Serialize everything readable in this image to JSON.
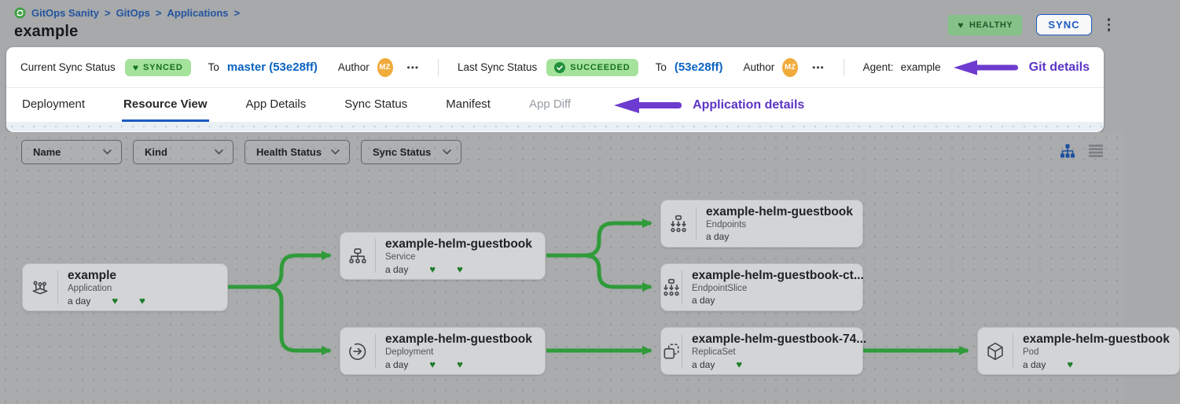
{
  "header": {
    "breadcrumb": {
      "separator": ">",
      "items": [
        "GitOps Sanity",
        "GitOps",
        "Applications"
      ]
    },
    "title": "example",
    "health_badge": "HEALTHY",
    "sync_button": "SYNC"
  },
  "sync_bar": {
    "current_label": "Current Sync Status",
    "current_status": "SYNCED",
    "current_to_label": "To",
    "current_to_value": "master (53e28ff)",
    "author_label": "Author",
    "author_initials": "MZ",
    "more": "•••",
    "last_label": "Last Sync Status",
    "last_status": "SUCCEEDED",
    "last_to_label": "To",
    "last_to_value": "(53e28ff)",
    "agent_label": "Agent:",
    "agent_value": "example",
    "annotation": "Git details"
  },
  "tabs": {
    "items": [
      "Deployment",
      "Resource View",
      "App Details",
      "Sync Status",
      "Manifest",
      "App Diff"
    ],
    "active": "Resource View",
    "annotation": "Application details"
  },
  "filters": {
    "labels": [
      "Name",
      "Kind",
      "Health Status",
      "Sync Status"
    ]
  },
  "graph": {
    "nodes": [
      {
        "title": "example",
        "kind": "Application",
        "age": "a day",
        "hearts": 2
      },
      {
        "title": "example-helm-guestbook",
        "kind": "Service",
        "age": "a day",
        "hearts": 2
      },
      {
        "title": "example-helm-guestbook",
        "kind": "Deployment",
        "age": "a day",
        "hearts": 2
      },
      {
        "title": "example-helm-guestbook",
        "kind": "Endpoints",
        "age": "a day",
        "hearts": 0
      },
      {
        "title": "example-helm-guestbook-ct...",
        "kind": "EndpointSlice",
        "age": "a day",
        "hearts": 0
      },
      {
        "title": "example-helm-guestbook-74...",
        "kind": "ReplicaSet",
        "age": "a day",
        "hearts": 1
      },
      {
        "title": "example-helm-guestbook",
        "kind": "Pod",
        "age": "a day",
        "hearts": 1
      }
    ]
  },
  "icons": {
    "heart": "♥"
  },
  "colors": {
    "accent_blue": "#1b5bbf",
    "link_blue": "#0b63c2",
    "edge_green": "#2f9b39",
    "heart_green": "#1d7c2b",
    "pill_green_bg": "#a5e29c",
    "pill_green_text": "#147119",
    "annotation_purple": "#6d3bcf",
    "avatar_orange": "#f0ab3c"
  }
}
